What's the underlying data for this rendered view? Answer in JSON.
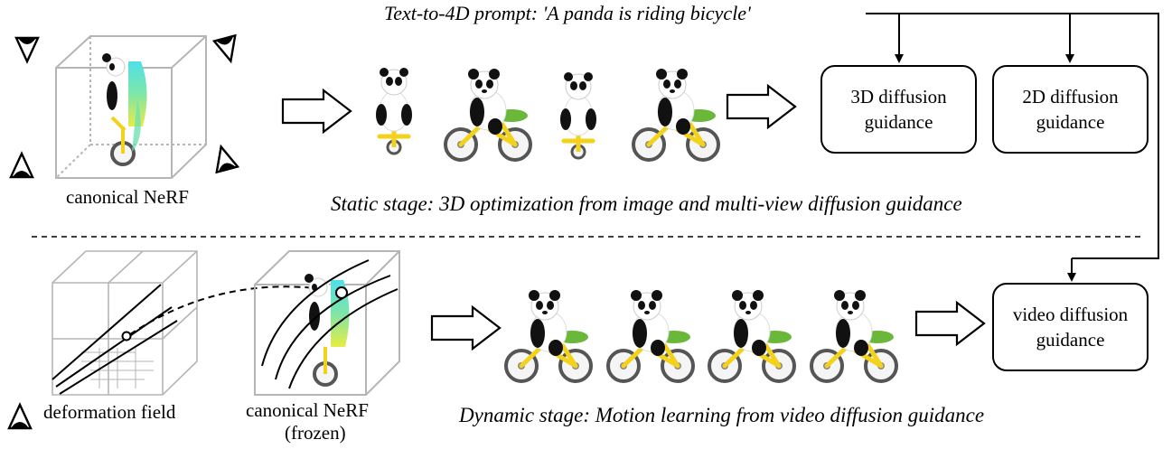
{
  "prompt": "Text-to-4D prompt: 'A panda is riding bicycle'",
  "static": {
    "nerf_label": "canonical NeRF",
    "guidance_3d": [
      "3D diffusion",
      "guidance"
    ],
    "guidance_2d": [
      "2D diffusion",
      "guidance"
    ],
    "caption": "Static stage: 3D optimization from image and multi-view diffusion guidance"
  },
  "dynamic": {
    "deformation_label": "deformation field",
    "nerf_label_line1": "canonical NeRF",
    "nerf_label_line2": "(frozen)",
    "guidance_video": [
      "video diffusion",
      "guidance"
    ],
    "caption": "Dynamic stage: Motion learning from video diffusion guidance"
  },
  "colors": {
    "panda_black": "#111111",
    "bicycle_yellow": "#f2d21a",
    "seat_green": "#6bb73a",
    "nerf_cyan": "#3fd3e6",
    "nerf_yellow": "#e6ec4a",
    "cube_gray": "#b5b5b5"
  },
  "icons": [
    "eye-icon",
    "outline-arrow-icon",
    "panda-bicycle-image",
    "cube-icon",
    "lattice-icon"
  ]
}
